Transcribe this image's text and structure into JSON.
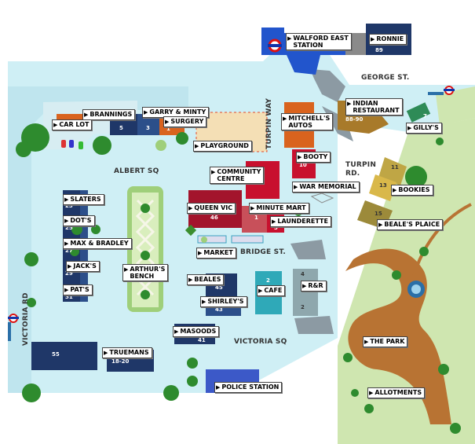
{
  "title": "Walford map",
  "streets": {
    "george": "GEORGE ST.",
    "turpin_way": "TURPIN WAY",
    "turpin_rd": "TURPIN RD.",
    "albert_sq": "ALBERT SQ",
    "bridge": "BRIDGE ST.",
    "victoria_sq": "VICTORIA SQ",
    "victoria_rd": "VICTORIA RD"
  },
  "places": {
    "walford_east": [
      "WALFORD EAST",
      "STATION"
    ],
    "ronnie": "RONNIE",
    "brannings": "BRANNINGS",
    "garry_minty": "GARRY & MINTY",
    "car_lot": "CAR LOT",
    "surgery": "SURGERY",
    "playground": "PLAYGROUND",
    "mitchells": [
      "MITCHELL'S",
      "AUTOS"
    ],
    "indian": [
      "INDIAN",
      "RESTAURANT"
    ],
    "gillys": "GILLY'S",
    "booty": "BOOTY",
    "community": [
      "COMMUNITY",
      "CENTRE"
    ],
    "war_memorial": "WAR MEMORIAL",
    "bookies": "BOOKIES",
    "beales_plaice": "BEALE'S PLAICE",
    "slaters": "SLATERS",
    "dots": "DOT'S",
    "max_bradley": "MAX & BRADLEY",
    "jacks": "JACK'S",
    "pats": "PAT'S",
    "arthurs": [
      "ARTHUR'S",
      "BENCH"
    ],
    "queen_vic": "QUEEN VIC",
    "minute_mart": "MINUTE MART",
    "launderette": "LAUNDERETTE",
    "market": "MARKET",
    "beales": "BEALES",
    "cafe": "CAFE",
    "rr": "R&R",
    "shirleys": "SHIRLEY'S",
    "masoods": "MASOODS",
    "truemans": "TRUEMANS",
    "the_park": "THE PARK",
    "police": "POLICE STATION",
    "allotments": "ALLOTMENTS"
  },
  "numbers": {
    "ronnie": "89",
    "indian": "88-90",
    "gillys": "7",
    "brannings_5": "5",
    "brannings_3": "3",
    "surgery": "1",
    "booty": "10",
    "b11": "11",
    "b13": "13",
    "b15": "15",
    "slaters": "23",
    "dots": "25",
    "max": "27",
    "jacks": "29",
    "pats": "31",
    "queen_vic": "46",
    "mart": "1",
    "launderette": "3",
    "cafe": "2",
    "rr_4": "4",
    "rr_2": "2",
    "beales": "45",
    "shirleys": "43",
    "masoods": "41",
    "truemans": "18-20",
    "v55": "55"
  },
  "icons": [
    "underground-roundel-icon",
    "arrow-right-icon",
    "tree-icon",
    "car-icon",
    "fountain-icon"
  ],
  "colors": {
    "street": "#cfeff5",
    "pavement": "#b9dfe8",
    "grass": "#cfe6b0",
    "park_path": "#b87333",
    "navy_building": "#1f3768",
    "blue_building": "#3c59c8",
    "red_building": "#c8102e",
    "orange_building": "#d9631e",
    "olive_building": "#9c8a3a",
    "teal_building": "#2fa9b8",
    "tree": "#2e8b2e"
  }
}
